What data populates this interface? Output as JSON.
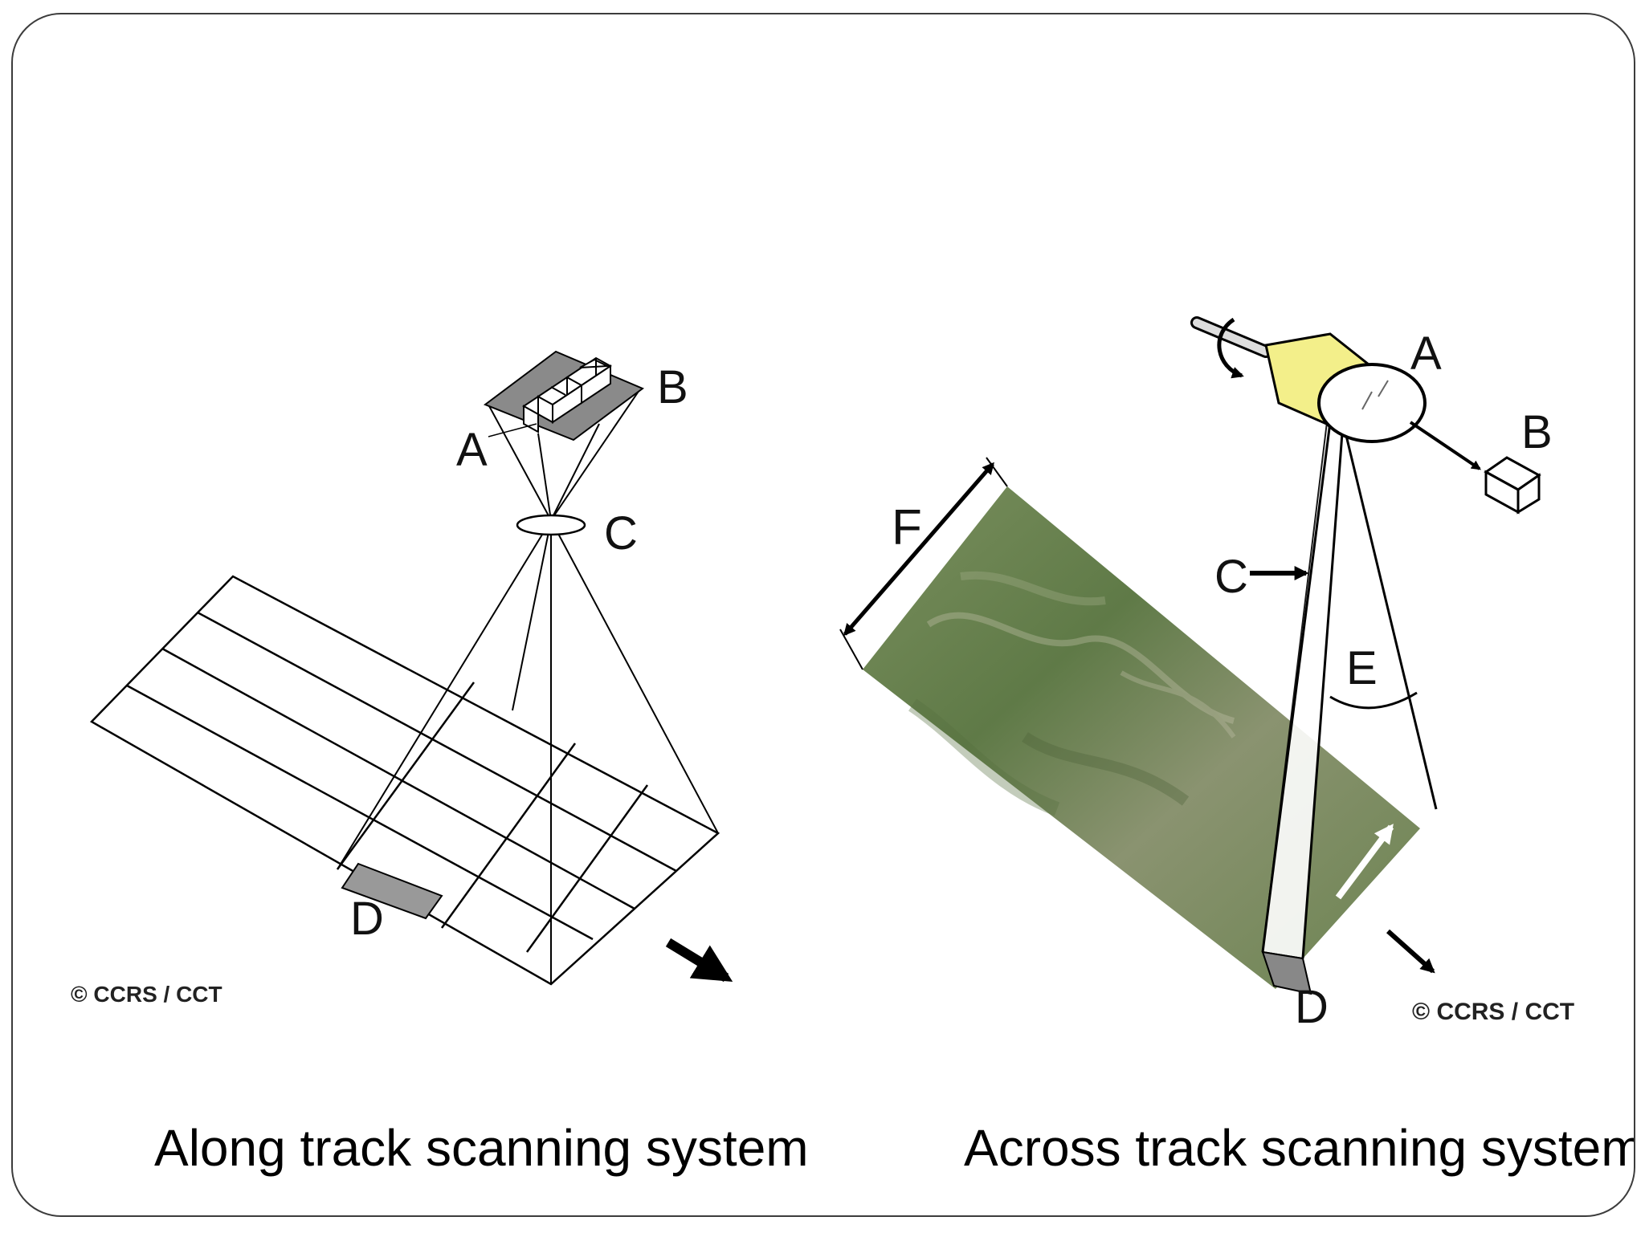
{
  "along_track": {
    "labels": {
      "a": "A",
      "b": "B",
      "c": "C",
      "d": "D"
    },
    "copyright": "© CCRS / CCT",
    "caption": "Along track scanning system"
  },
  "across_track": {
    "labels": {
      "a": "A",
      "b": "B",
      "c": "C",
      "d": "D",
      "e": "E",
      "f": "F"
    },
    "copyright": "© CCRS / CCT",
    "caption": "Across track scanning system"
  },
  "colors": {
    "frame_border": "#3c3c3c",
    "detector_fill": "#8c8c8c",
    "mirror_fill": "#f3ef8a",
    "terrain_green": "#6f8a55"
  }
}
